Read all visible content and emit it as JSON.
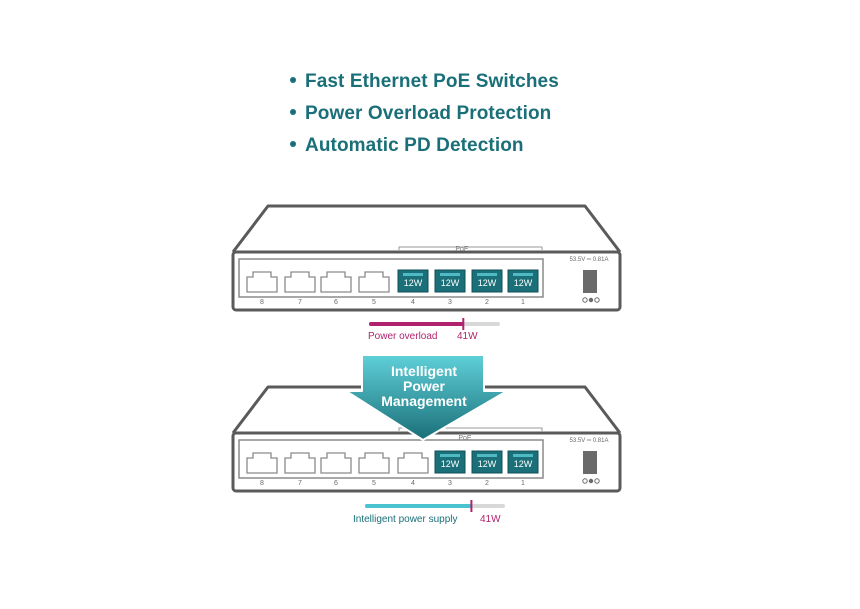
{
  "features": [
    "Fast Ethernet PoE Switches",
    "Power Overload Protection",
    "Automatic PD Detection"
  ],
  "port_numbers": [
    "8",
    "7",
    "6",
    "5",
    "4",
    "3",
    "2",
    "1"
  ],
  "poe_label": "PoE",
  "power_rating": "53.5V ═ 0.81A",
  "switch_before": {
    "poe_ports": [
      "12W",
      "12W",
      "12W",
      "12W"
    ],
    "status_label": "Power overload",
    "power_value": "41W",
    "usage_fraction": 0.72,
    "status_color": "#b0226e"
  },
  "arrow_text": [
    "Intelligent",
    "Power",
    "Management"
  ],
  "switch_after": {
    "poe_ports": [
      "12W",
      "12W",
      "12W"
    ],
    "status_label": "Intelligent power supply",
    "power_value": "41W",
    "usage_fraction": 0.76,
    "status_color": "#1a6f78"
  },
  "colors": {
    "teal": "#1a6f78",
    "accent_cyan": "#49c3cf",
    "magenta": "#b0226e",
    "device_outline": "#5a5a5a"
  }
}
